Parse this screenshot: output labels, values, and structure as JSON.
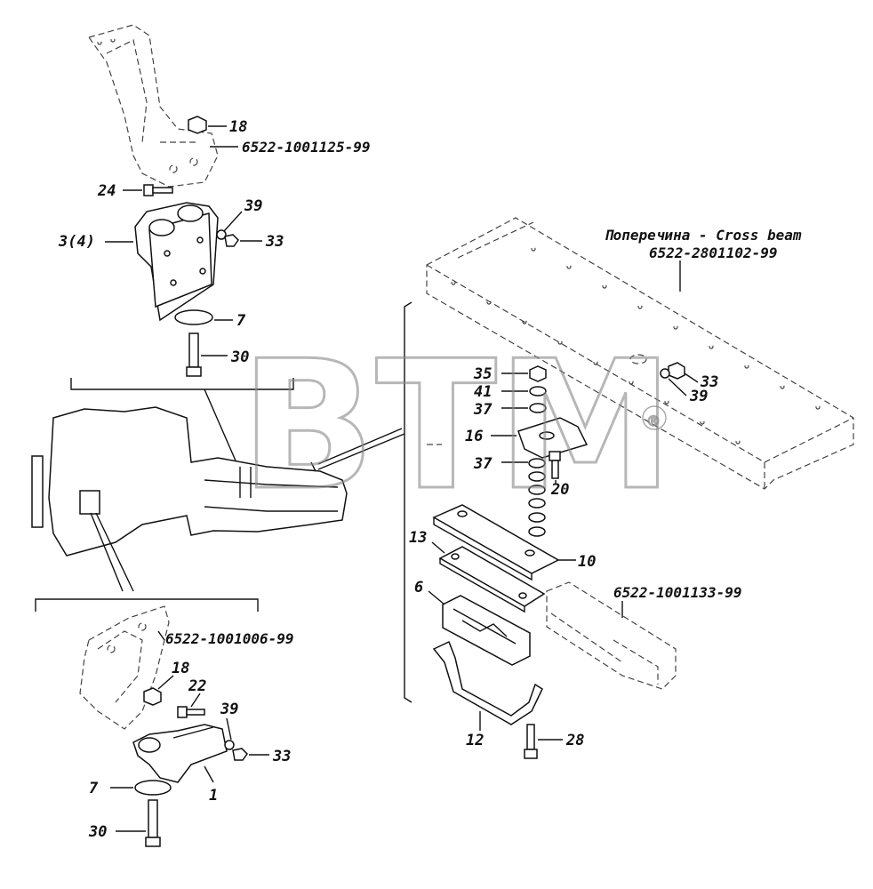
{
  "watermark": {
    "text": "BTM",
    "registered": "®"
  },
  "part_numbers": {
    "top_bracket": "6522-1001125-99",
    "cross_beam_label": "Поперечина - Cross beam",
    "cross_beam_number": "6522-2801102-99",
    "rear_bracket": "6522-1001133-99",
    "front_bracket": "6522-1001006-99"
  },
  "callouts": {
    "c18a": "18",
    "c24": "24",
    "c39a": "39",
    "c3_4": "3(4)",
    "c33a": "33",
    "c7a": "7",
    "c30a": "30",
    "c35": "35",
    "c41": "41",
    "c37a": "37",
    "c16": "16",
    "c37b": "37",
    "c20": "20",
    "c33b": "33",
    "c39b": "39",
    "c13": "13",
    "c10": "10",
    "c6": "6",
    "c12": "12",
    "c28": "28",
    "c18b": "18",
    "c22": "22",
    "c39c": "39",
    "c33c": "33",
    "c1": "1",
    "c7b": "7",
    "c30b": "30"
  }
}
